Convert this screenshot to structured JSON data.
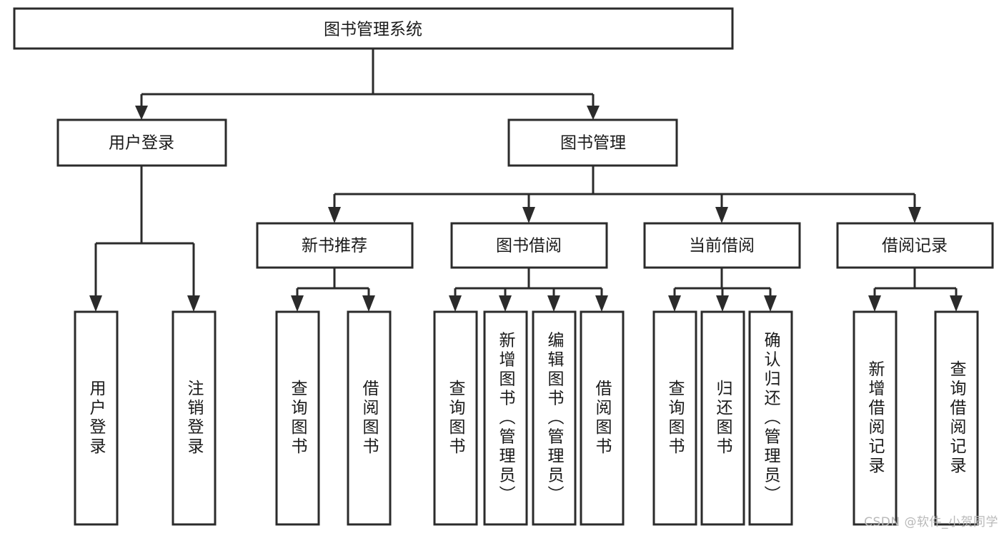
{
  "diagram": {
    "title": "图书管理系统",
    "watermark": "CSDN @软件_小贺同学",
    "colors": {
      "stroke": "#2b2b2b",
      "fill": "#ffffff",
      "text": "#1a1a1a",
      "watermark": "#b9b9b9"
    },
    "root": {
      "label": "图书管理系统",
      "orientation": "horizontal"
    },
    "level2": [
      {
        "label": "用户登录",
        "orientation": "horizontal"
      },
      {
        "label": "图书管理",
        "orientation": "horizontal"
      }
    ],
    "level3": [
      {
        "label": "新书推荐",
        "orientation": "horizontal"
      },
      {
        "label": "图书借阅",
        "orientation": "horizontal"
      },
      {
        "label": "当前借阅",
        "orientation": "horizontal"
      },
      {
        "label": "借阅记录",
        "orientation": "horizontal"
      }
    ],
    "leaves": {
      "user_login": [
        {
          "label": "用户登录",
          "orientation": "vertical"
        },
        {
          "label": "注销登录",
          "orientation": "vertical"
        }
      ],
      "new_book_recommend": [
        {
          "label": "查询图书",
          "orientation": "vertical"
        },
        {
          "label": "借阅图书",
          "orientation": "vertical"
        }
      ],
      "book_borrow": [
        {
          "label": "查询图书",
          "orientation": "vertical"
        },
        {
          "label": "新增图书（管理员）",
          "orientation": "vertical"
        },
        {
          "label": "编辑图书（管理员）",
          "orientation": "vertical"
        },
        {
          "label": "借阅图书",
          "orientation": "vertical"
        }
      ],
      "current_borrow": [
        {
          "label": "查询图书",
          "orientation": "vertical"
        },
        {
          "label": "归还图书",
          "orientation": "vertical"
        },
        {
          "label": "确认归还（管理员）",
          "orientation": "vertical"
        }
      ],
      "borrow_record": [
        {
          "label": "新增借阅记录",
          "orientation": "vertical"
        },
        {
          "label": "查询借阅记录",
          "orientation": "vertical"
        }
      ]
    }
  }
}
